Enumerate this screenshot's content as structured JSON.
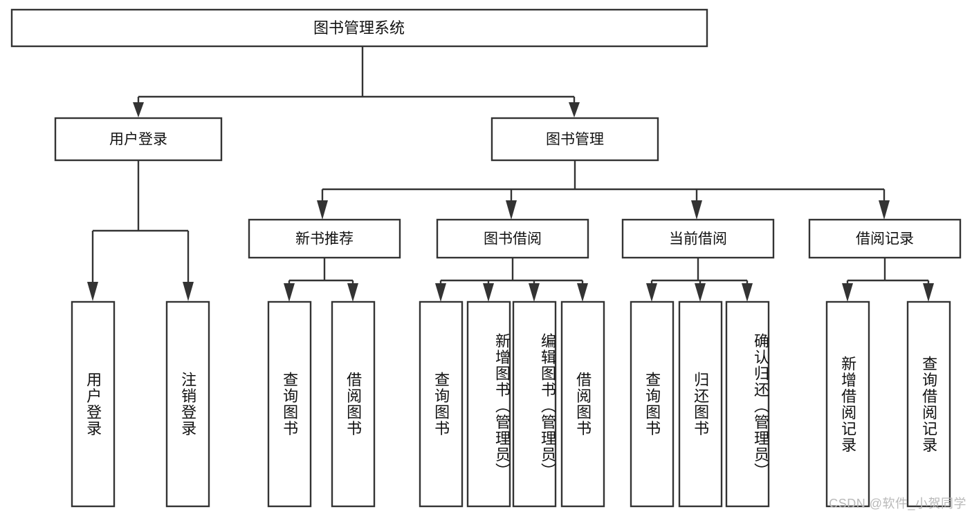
{
  "diagram": {
    "type": "tree",
    "title": "图书管理系统",
    "watermark": "CSDN @软件_小贺同学",
    "colors": {
      "stroke": "#333333",
      "box_fill": "#ffffff",
      "text": "#111111",
      "watermark": "#b9b9b9",
      "background": "#ffffff"
    },
    "root": {
      "label": "图书管理系统"
    },
    "level2": [
      {
        "label": "用户登录"
      },
      {
        "label": "图书管理"
      }
    ],
    "level3": [
      {
        "label": "新书推荐"
      },
      {
        "label": "图书借阅"
      },
      {
        "label": "当前借阅"
      },
      {
        "label": "借阅记录"
      }
    ],
    "leaves": {
      "user_login": [
        {
          "label": "用户登录"
        },
        {
          "label": "注销登录"
        }
      ],
      "new_book_recommend": [
        {
          "label": "查询图书"
        },
        {
          "label": "借阅图书"
        }
      ],
      "book_borrow": [
        {
          "label": "查询图书"
        },
        {
          "label": "新增图书（管理员）"
        },
        {
          "label": "编辑图书（管理员）"
        },
        {
          "label": "借阅图书"
        }
      ],
      "current_borrow": [
        {
          "label": "查询图书"
        },
        {
          "label": "归还图书"
        },
        {
          "label": "确认归还（管理员）"
        }
      ],
      "borrow_record": [
        {
          "label": "新增借阅记录"
        },
        {
          "label": "查询借阅记录"
        }
      ]
    }
  }
}
